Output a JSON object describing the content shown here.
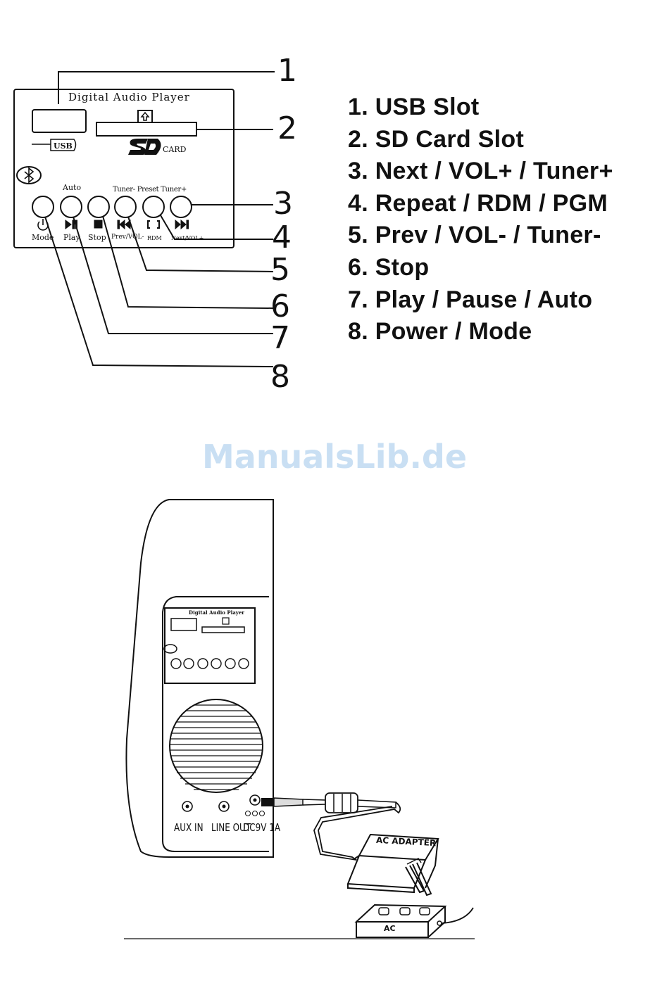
{
  "legend": [
    {
      "text": "1. USB Slot"
    },
    {
      "text": "2. SD Card Slot"
    },
    {
      "text": "3. Next / VOL+ / Tuner+"
    },
    {
      "text": "4. Repeat / RDM / PGM"
    },
    {
      "text": "5. Prev / VOL- / Tuner-"
    },
    {
      "text": "6. Stop"
    },
    {
      "text": "7. Play / Pause / Auto"
    },
    {
      "text": "8. Power / Mode"
    }
  ],
  "callouts": [
    "1",
    "2",
    "3",
    "4",
    "5",
    "6",
    "7",
    "8"
  ],
  "panel": {
    "title": "Digital Audio Player",
    "usb_label": "USB",
    "sd_label": "CARD",
    "auto_label": "Auto",
    "tuner_label": "Tuner- Preset Tuner+",
    "buttons": [
      {
        "label": "Mode"
      },
      {
        "label": "Play"
      },
      {
        "label": "Stop"
      },
      {
        "label": "Prev/VOL-"
      },
      {
        "label": "RDM"
      },
      {
        "label": "Next/VOL+"
      }
    ]
  },
  "watermark": "ManualsLib.de",
  "side_view": {
    "mini_title": "Digital Audio Player",
    "jacks": [
      {
        "label": "AUX IN"
      },
      {
        "label": "LINE OUT"
      },
      {
        "label": "DC9V 1A"
      }
    ],
    "adapter_label": "AC ADAPTER",
    "outlet_label": "AC"
  },
  "colors": {
    "ink": "#111111",
    "watermark": "#c9dff3"
  }
}
